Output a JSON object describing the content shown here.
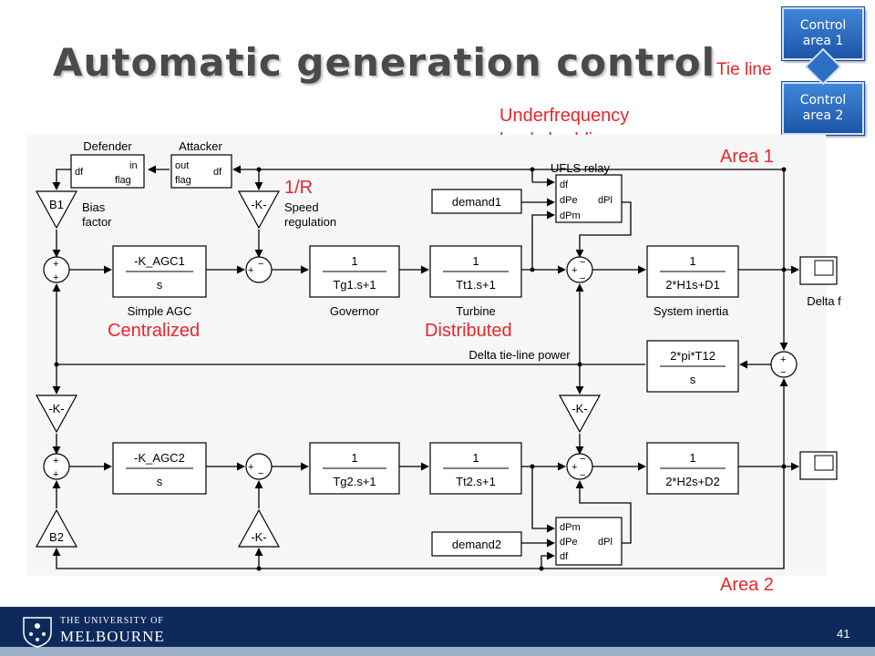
{
  "slide": {
    "title": "Automatic generation control",
    "page_number": "41"
  },
  "control_areas": {
    "area1": "Control area 1",
    "area2": "Control area 2",
    "tie_line": "Tie line"
  },
  "annotations": {
    "ufls_line1": "Underfrequency",
    "ufls_line2": "load shedding",
    "area1": "Area 1",
    "area2": "Area 2",
    "one_over_r": "1/R",
    "centralized": "Centralized",
    "distributed": "Distributed"
  },
  "blocks": {
    "defender": {
      "title": "Defender",
      "port_df": "df",
      "port_in": "in",
      "port_flag": "flag"
    },
    "attacker": {
      "title": "Attacker",
      "port_out": "out",
      "port_flag": "flag",
      "port_df": "df"
    },
    "b1": {
      "label": "B1",
      "caption1": "Bias",
      "caption2": "factor"
    },
    "gain_r1": {
      "label": "-K-",
      "caption1": "Speed",
      "caption2": "regulation"
    },
    "agc1": {
      "num": "-K_AGC1",
      "den": "s",
      "caption": "Simple AGC"
    },
    "gov1": {
      "num": "1",
      "den": "Tg1.s+1",
      "caption": "Governor"
    },
    "turb1": {
      "num": "1",
      "den": "Tt1.s+1",
      "caption": "Turbine"
    },
    "inertia1": {
      "num": "1",
      "den": "2*H1s+D1",
      "caption": "System inertia"
    },
    "demand1": {
      "label": "demand1"
    },
    "ufls1": {
      "title": "UFLS relay",
      "in1": "df",
      "in2": "dPe",
      "in3": "dPm",
      "out": "dPl"
    },
    "scope1": {
      "caption": "Delta f"
    },
    "tie": {
      "num": "2*pi*T12",
      "den": "s",
      "caption": "Delta tie-line power"
    },
    "gain_left": {
      "label": "-K-"
    },
    "gain_mid": {
      "label": "-K-"
    },
    "agc2": {
      "num": "-K_AGC2",
      "den": "s"
    },
    "gov2": {
      "num": "1",
      "den": "Tg2.s+1"
    },
    "turb2": {
      "num": "1",
      "den": "Tt2.s+1"
    },
    "inertia2": {
      "num": "1",
      "den": "2*H2s+D2"
    },
    "demand2": {
      "label": "demand2"
    },
    "ufls2": {
      "in1": "dPm",
      "in2": "dPe",
      "in3": "df",
      "out": "dPl"
    },
    "b2": {
      "label": "B2"
    },
    "gain_r2": {
      "label": "-K-"
    }
  },
  "signs": {
    "plus": "+",
    "minus": "−"
  },
  "university": {
    "line1": "THE UNIVERSITY OF",
    "line2": "MELBOURNE"
  }
}
